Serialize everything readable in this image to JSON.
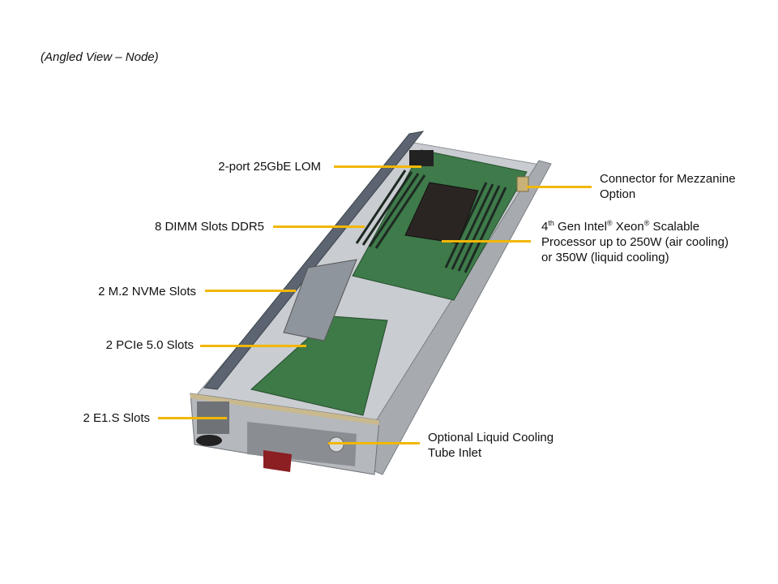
{
  "caption": "(Angled View – Node)",
  "colors": {
    "callout_line": "#f2b705",
    "pcb": "#3f7a4a",
    "chassis": "#b9bcc0"
  },
  "callouts": {
    "lom": "2-port 25GbE LOM",
    "dimm": "8 DIMM Slots DDR5",
    "m2": "2 M.2 NVMe Slots",
    "pcie": "2 PCIe 5.0 Slots",
    "e1s": "2 E1.S Slots",
    "mezz_line1": "Connector for Mezzanine",
    "mezz_line2": "Option",
    "cpu_ordinal": "4",
    "cpu_ordinal_suffix": "th",
    "cpu_gen": " Gen Intel",
    "cpu_reg1": "®",
    "cpu_xeon": " Xeon",
    "cpu_reg2": "®",
    "cpu_scalable": " Scalable",
    "cpu_line2": "Processor up to 250W (air cooling)",
    "cpu_line3": "or 350W (liquid cooling)",
    "liquid_line1": "Optional Liquid Cooling",
    "liquid_line2": "Tube Inlet"
  }
}
